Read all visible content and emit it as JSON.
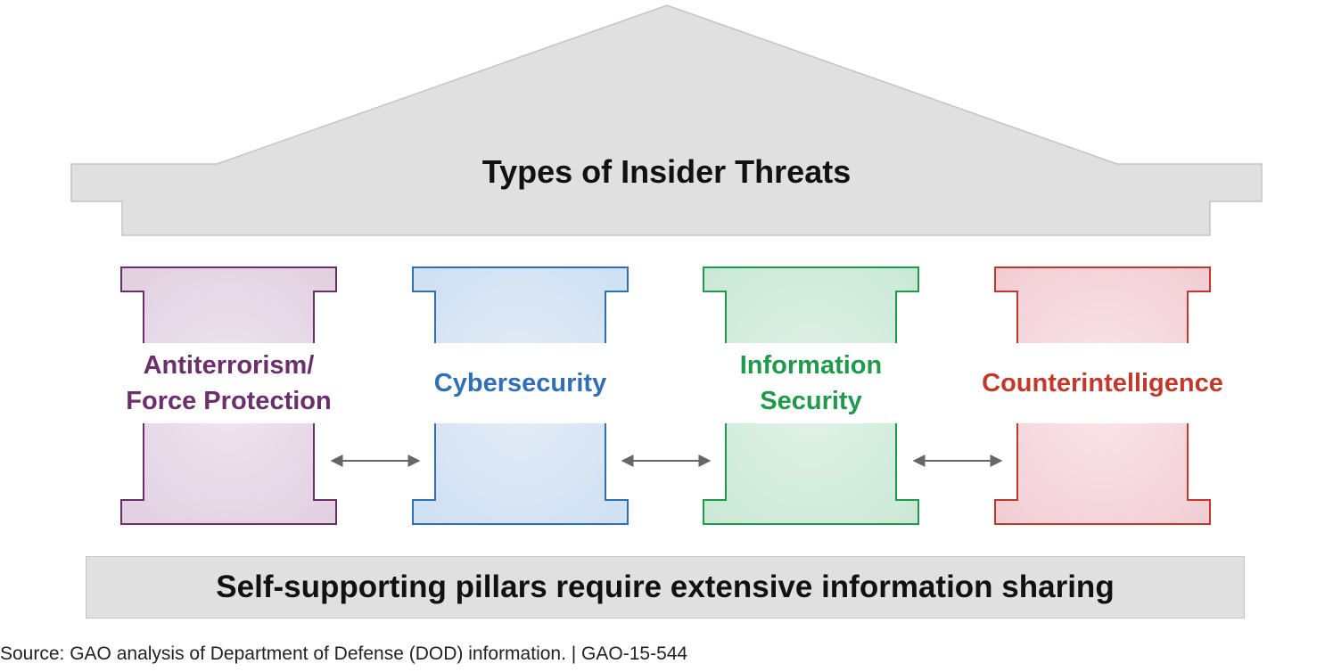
{
  "roof": {
    "title": "Types of Insider Threats",
    "fill": "#e0e0e0",
    "stroke": "#c4c4c4"
  },
  "pillars": [
    {
      "label_lines": [
        "Antiterrorism/",
        "Force Protection"
      ],
      "color": "#6b2f6b",
      "fill": "#e6d8e6"
    },
    {
      "label_lines": [
        "Cybersecurity"
      ],
      "color": "#2f6fb5",
      "fill": "#d5e3f3"
    },
    {
      "label_lines": [
        "Information",
        "Security"
      ],
      "color": "#1f9a4a",
      "fill": "#d3ecdc"
    },
    {
      "label_lines": [
        "Counterintelligence"
      ],
      "color": "#c0392b",
      "fill": "#f4d7dc"
    }
  ],
  "arrow_color": "#666666",
  "base": {
    "text": "Self-supporting pillars require extensive information sharing"
  },
  "footer": {
    "source": "Source: GAO analysis of Department of Defense (DOD) information.  |  GAO-15-544"
  }
}
